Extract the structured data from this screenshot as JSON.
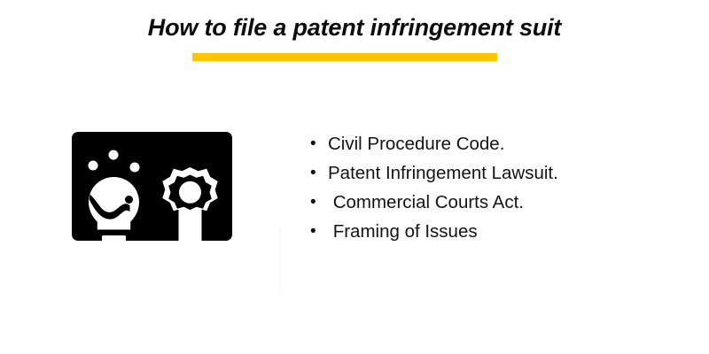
{
  "slide": {
    "background_color": "#ffffff",
    "title": "How to file a patent infringement suit",
    "accent_color": "#FFC400",
    "text_color": "#141414"
  },
  "illustration": {
    "name": "patent-certificate-icon",
    "card_color": "#000000",
    "mark_color": "#ffffff",
    "parts": [
      "certificate-card",
      "lightbulb-icon",
      "idea-sparkle-dots",
      "award-rosette-icon",
      "ribbon-icon"
    ]
  },
  "bullets": [
    {
      "marker": "•",
      "label": "Civil Procedure Code."
    },
    {
      "marker": "•",
      "label": "Patent Infringement Lawsuit."
    },
    {
      "marker": "•",
      "label": " Commercial Courts Act."
    },
    {
      "marker": "•",
      "label": " Framing of Issues"
    }
  ]
}
